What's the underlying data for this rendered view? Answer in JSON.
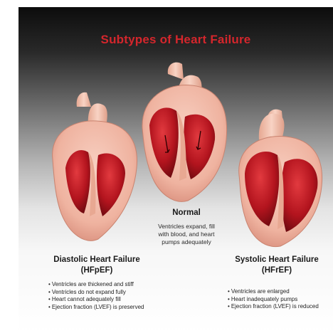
{
  "title": "Subtypes of Heart Failure",
  "normal": {
    "title": "Normal",
    "description": [
      "Ventricles expand, fill",
      "with blood, and heart",
      "pumps adequately"
    ]
  },
  "diastolic": {
    "title": "Diastolic Heart Failure",
    "subtitle": "(HFpEF)",
    "bullets": [
      "Ventricles are thickened and stiff",
      "Ventricles do not expand fully",
      "Heart  cannot adequately fill",
      "Ejection fraction (LVEF) is preserved"
    ]
  },
  "systolic": {
    "title": "Systolic Heart Failure",
    "subtitle": "(HFrEF)",
    "bullets": [
      "Ventricles are enlarged",
      "Heart inadequately pumps",
      "Ejection fraction (LVEF) is reduced"
    ]
  },
  "colors": {
    "title": "#d4262c",
    "heart_outer": "#f2b9a8",
    "heart_chamber": "#b3141e",
    "heart_chamber_dark": "#6e0a10",
    "aorta": "#f0c0a9"
  }
}
